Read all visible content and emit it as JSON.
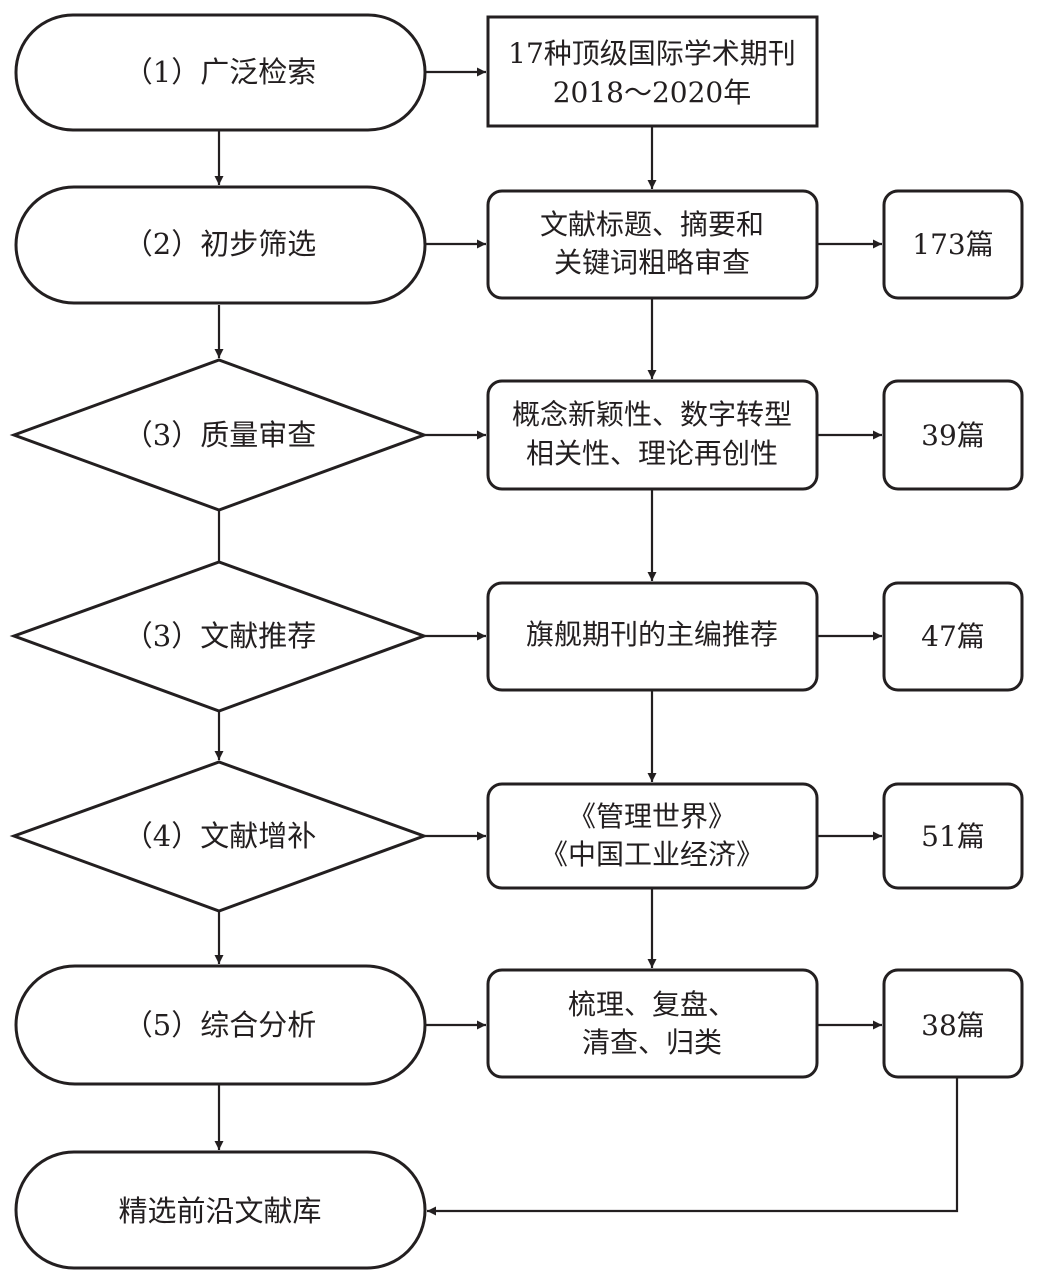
{
  "stages": [
    {
      "id": "s1",
      "label": "（1）广泛检索"
    },
    {
      "id": "s2",
      "label": "（2）初步筛选"
    },
    {
      "id": "s3",
      "label": "（3）质量审查"
    },
    {
      "id": "s4",
      "label": "（3）文献推荐"
    },
    {
      "id": "s5",
      "label": "（4）文献增补"
    },
    {
      "id": "s6",
      "label": "（5）综合分析"
    },
    {
      "id": "s7",
      "label": "精选前沿文献库"
    }
  ],
  "processes": [
    {
      "id": "p1",
      "lines": [
        "17种顶级国际学术期刊",
        "2018～2020年"
      ]
    },
    {
      "id": "p2",
      "lines": [
        "文献标题、摘要和",
        "关键词粗略审查"
      ]
    },
    {
      "id": "p3",
      "lines": [
        "概念新颖性、数字转型",
        "相关性、理论再创性"
      ]
    },
    {
      "id": "p4",
      "lines": [
        "旗舰期刊的主编推荐"
      ]
    },
    {
      "id": "p5",
      "lines": [
        "《管理世界》",
        "《中国工业经济》"
      ]
    },
    {
      "id": "p6",
      "lines": [
        "梳理、复盘、",
        "清查、归类"
      ]
    }
  ],
  "counts": [
    {
      "id": "c2",
      "label": "173篇"
    },
    {
      "id": "c3",
      "label": "39篇"
    },
    {
      "id": "c4",
      "label": "47篇"
    },
    {
      "id": "c5",
      "label": "51篇"
    },
    {
      "id": "c6",
      "label": "38篇"
    }
  ]
}
